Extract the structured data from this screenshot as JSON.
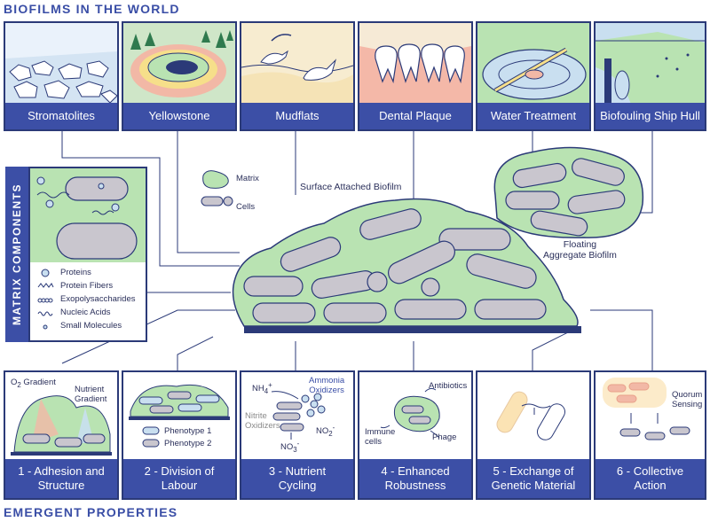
{
  "titles": {
    "top": "BIOFILMS IN THE WORLD",
    "bottom": "EMERGENT PROPERTIES",
    "side": "MATRIX COMPONENTS"
  },
  "world_panels": [
    "Stromatolites",
    "Yellowstone",
    "Mudflats",
    "Dental Plaque",
    "Water Treatment",
    "Biofouling Ship Hull"
  ],
  "legend": {
    "matrix": "Matrix",
    "cells": "Cells"
  },
  "center": {
    "surface_label": "Surface Attached Biofilm",
    "floating_label": "Floating\nAggregate Biofilm"
  },
  "matrix_components": [
    "Proteins",
    "Protein Fibers",
    "Exopolysaccharides",
    "Nucleic Acids",
    "Small Molecules"
  ],
  "emergent": [
    {
      "label": "1 - Adhesion and\nStructure",
      "notes": {
        "o2": "O",
        "o2_sub": "2",
        "o2_rest": " Gradient",
        "nutrient": "Nutrient\nGradient"
      }
    },
    {
      "label": "2 - Division of\nLabour",
      "notes": {
        "p1": "Phenotype 1",
        "p2": "Phenotype 2"
      }
    },
    {
      "label": "3 - Nutrient\nCycling",
      "notes": {
        "nh4": "NH",
        "nh4_sub": "4",
        "nh4_sup": "+",
        "ammonia": "Ammonia\nOxidizers",
        "nitrite": "Nitrite\nOxidizers",
        "no2": "NO",
        "no2_sub": "2",
        "no2_sup": "-",
        "no3": "NO",
        "no3_sub": "3",
        "no3_sup": "-"
      }
    },
    {
      "label": "4 - Enhanced\nRobustness",
      "notes": {
        "antibiotics": "Antibiotics",
        "immune": "Immune\ncells",
        "phage": "Phage"
      }
    },
    {
      "label": "5 - Exchange of\nGenetic Material",
      "notes": {}
    },
    {
      "label": "6 - Collective\nAction",
      "notes": {
        "quorum": "Quorum\nSensing"
      }
    }
  ],
  "colors": {
    "navy": "#2b3a78",
    "label_bg": "#3c4fa6",
    "matrix": "#b9e3b2",
    "cell": "#c9c6ce",
    "pink": "#f2b8a6",
    "sky": "#c9dff0"
  }
}
